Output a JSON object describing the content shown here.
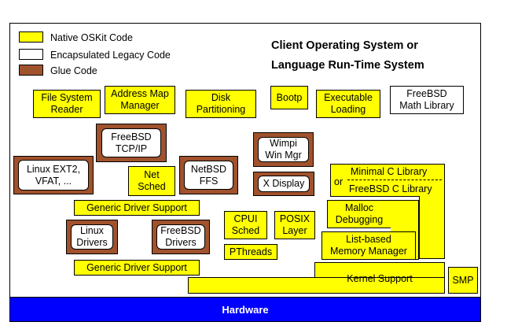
{
  "legend": {
    "native": "Native OSKit Code",
    "legacy": "Encapsulated Legacy Code",
    "glue": "Glue Code"
  },
  "title": {
    "line1": "Client Operating System or",
    "line2": "Language Run-Time System"
  },
  "components": {
    "file_system_reader": "File System\nReader",
    "address_map_manager": "Address Map\nManager",
    "disk_partitioning": "Disk\nPartitioning",
    "bootp": "Bootp",
    "executable_loading": "Executable\nLoading",
    "freebsd_math_library": "FreeBSD\nMath Library",
    "freebsd_tcpip": "FreeBSD\nTCP/IP",
    "linux_ext2": "Linux EXT2,\nVFAT, ...",
    "net_sched": "Net\nSched",
    "netbsd_ffs": "NetBSD\nFFS",
    "wimpi": "Wimpi\nWin Mgr",
    "x_display": "X Display",
    "minimal_c_library": "Minimal C Library",
    "or_label": "or",
    "freebsd_c_library": "FreeBSD C Library",
    "malloc_debugging": "Malloc\nDebugging",
    "generic_driver_support_top": "Generic Driver Support",
    "cpui_sched": "CPUI\nSched",
    "posix_layer": "POSIX\nLayer",
    "linux_drivers": "Linux\nDrivers",
    "freebsd_drivers": "FreeBSD\nDrivers",
    "list_based_memory": "List-based\nMemory Manager",
    "pthreads": "PThreads",
    "generic_driver_support_bottom": "Generic Driver Support",
    "kernel_support": "Kernel Support",
    "smp": "SMP",
    "hardware": "Hardware"
  },
  "colors": {
    "native": "#ffff00",
    "legacy": "#ffffff",
    "glue": "#a0522d",
    "hardware": "#0000ff"
  }
}
